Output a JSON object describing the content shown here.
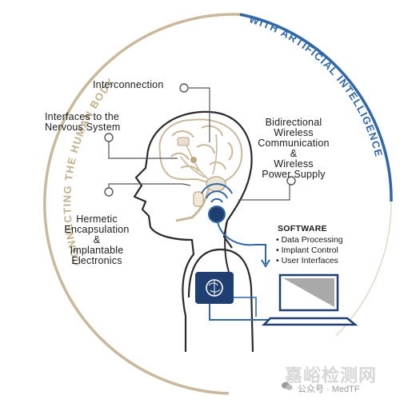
{
  "arc_text": {
    "left": "CONNECTING THE HUMAN BODY",
    "right": "WITH ARTIFICIAL INTELLIGENCE"
  },
  "labels": {
    "interconnection": "Interconnection",
    "interfaces_line1": "Interfaces to the",
    "interfaces_line2": "Nervous System",
    "bidirectional_line1": "Bidirectional",
    "bidirectional_line2": "Wireless",
    "bidirectional_line3": "Communication",
    "bidirectional_line4": "&",
    "bidirectional_line5": "Wireless",
    "bidirectional_line6": "Power Supply",
    "hermetic_line1": "Hermetic",
    "hermetic_line2": "Encapsulation",
    "hermetic_line3": "&",
    "hermetic_line4": "Implantable",
    "hermetic_line5": "Electronics"
  },
  "software": {
    "title": "SOFTWARE",
    "items": [
      "Data Processing",
      "Implant Control",
      "User Interfaces"
    ]
  },
  "watermark": {
    "main": "嘉峪检测网",
    "sub": "公众号 · MedTF"
  },
  "colors": {
    "beige": "#c9b99a",
    "blue": "#2f67a8",
    "navy": "#1f3f73",
    "ink": "#2a2a2a"
  }
}
